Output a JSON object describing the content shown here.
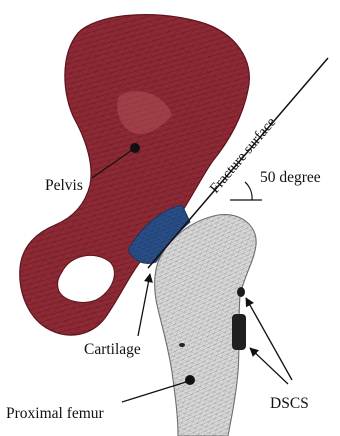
{
  "labels": {
    "pelvis": "Pelvis",
    "fracture_surface": "Fracture surface",
    "angle": "50 degree",
    "cartilage": "Cartilage",
    "dscs": "DSCS",
    "proximal_femur": "Proximal femur"
  },
  "colors": {
    "pelvis": "#8e2a35",
    "pelvis_dark": "#5e141d",
    "cartilage": "#2a4f88",
    "femur": "#d7d7d7",
    "femur_mesh": "#8a8a8a",
    "ink": "#111111"
  }
}
